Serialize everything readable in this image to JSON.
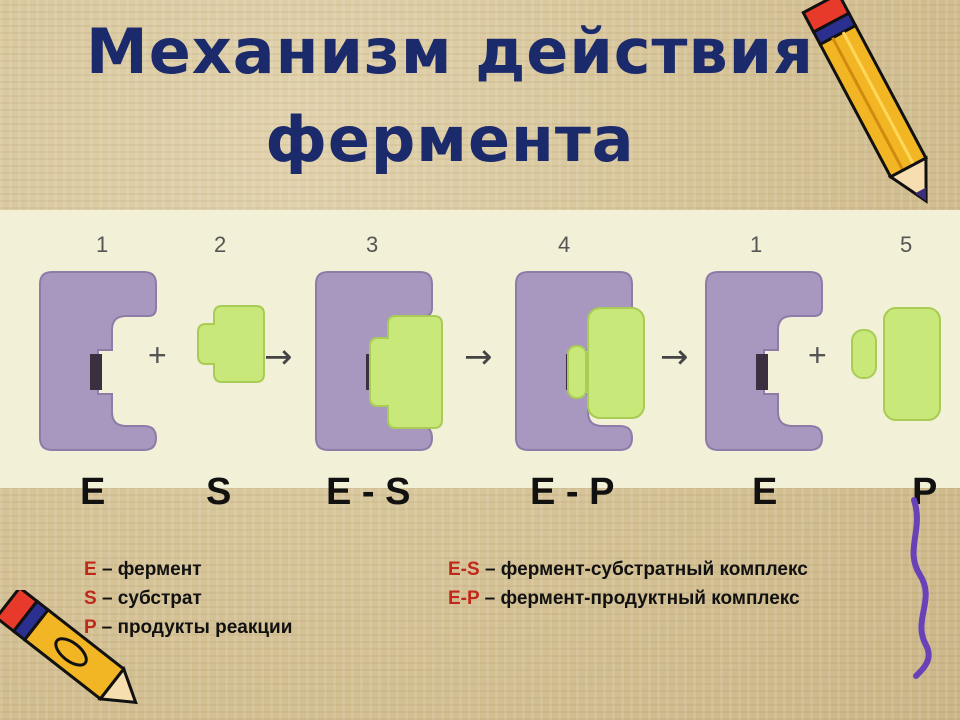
{
  "title": {
    "line1": "Механизм действия",
    "line2": "фермента"
  },
  "diagram": {
    "step_numbers": [
      "1",
      "2",
      "3",
      "4",
      "1",
      "5"
    ],
    "operators": [
      "+",
      "→",
      "→",
      "→",
      "+"
    ],
    "colors": {
      "enzyme": "#a898c0",
      "enzyme_edge": "#8d7ca8",
      "substrate": "#c8e87a",
      "substrate_edge": "#a8cc55",
      "active_site": "#3a3040",
      "band": "#f3f0d8"
    }
  },
  "stage_labels": [
    "E",
    "S",
    "E - S",
    "E - P",
    "E",
    "P"
  ],
  "legend": {
    "left": [
      {
        "abbr": "E",
        "text": " – фермент"
      },
      {
        "abbr": "S",
        "text": " – субстрат"
      },
      {
        "abbr": "P",
        "text": " – продукты реакции"
      }
    ],
    "right": [
      {
        "abbr": "E-S",
        "text": " – фермент-субстратный комплекс"
      },
      {
        "abbr": "E-P",
        "text": " – фермент-продуктный комплекс"
      }
    ]
  },
  "decor_icons": [
    "pencil-icon",
    "pencil-icon",
    "squiggle-icon"
  ]
}
